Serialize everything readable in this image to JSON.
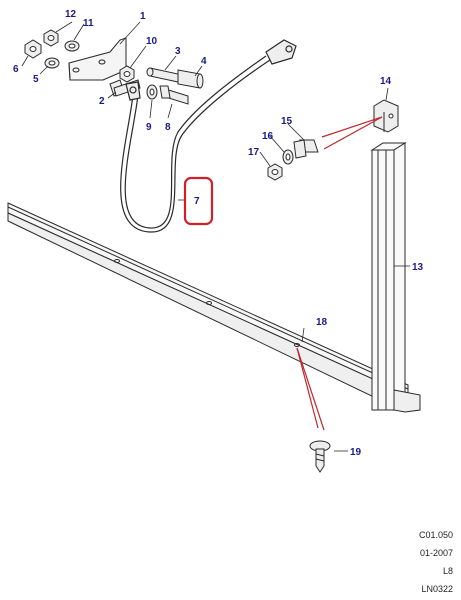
{
  "parts": [
    {
      "id": "part-1",
      "label": "1"
    },
    {
      "id": "part-2",
      "label": "2"
    },
    {
      "id": "part-3",
      "label": "3"
    },
    {
      "id": "part-4",
      "label": "4"
    },
    {
      "id": "part-5",
      "label": "5"
    },
    {
      "id": "part-6",
      "label": "6"
    },
    {
      "id": "part-7",
      "label": "7"
    },
    {
      "id": "part-8",
      "label": "8"
    },
    {
      "id": "part-9",
      "label": "9"
    },
    {
      "id": "part-10",
      "label": "10"
    },
    {
      "id": "part-11",
      "label": "11"
    },
    {
      "id": "part-12",
      "label": "12"
    },
    {
      "id": "part-13",
      "label": "13"
    },
    {
      "id": "part-14",
      "label": "14"
    },
    {
      "id": "part-15",
      "label": "15"
    },
    {
      "id": "part-16",
      "label": "16"
    },
    {
      "id": "part-17",
      "label": "17"
    },
    {
      "id": "part-18",
      "label": "18"
    },
    {
      "id": "part-19",
      "label": "19"
    }
  ],
  "highlighted_part": "7",
  "colors": {
    "label": "#1a1a8c",
    "leader_red": "#c0282d",
    "highlight": "#d0202a",
    "line": "#2a2a2a"
  },
  "footer": {
    "code": "C01.050",
    "date": "01-2007",
    "level": "L8",
    "ref": "LN0322"
  }
}
